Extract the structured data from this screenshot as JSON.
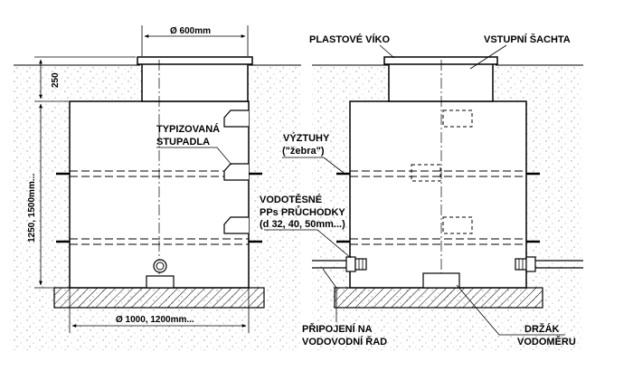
{
  "labels": {
    "diameter_top": "Ø  600mm",
    "depth_top": "250",
    "height": "1250, 1500mm...",
    "diameter_bottom": "Ø  1000, 1200mm...",
    "ladder": [
      "TYPIZOVANÁ",
      "STUPADLA"
    ],
    "lid": "PLASTOVÉ VÍKO",
    "shaft": "VSTUPNÍ ŠACHTA",
    "ribs": [
      "VÝZTUHY",
      "(\"žebra\")"
    ],
    "passages": [
      "VODOTĚSNÉ",
      "PPs PRŮCHODKY",
      "(d 32, 40, 50mm...)"
    ],
    "connection": [
      "PŘIPOJENÍ NA",
      "VODOVODNÍ ŘAD"
    ],
    "holder": [
      "DRŽÁK",
      "VODOMĚRU"
    ]
  },
  "colors": {
    "line": "#000000",
    "soil_dots": "#9a9a9a",
    "hatch": "#000000"
  }
}
